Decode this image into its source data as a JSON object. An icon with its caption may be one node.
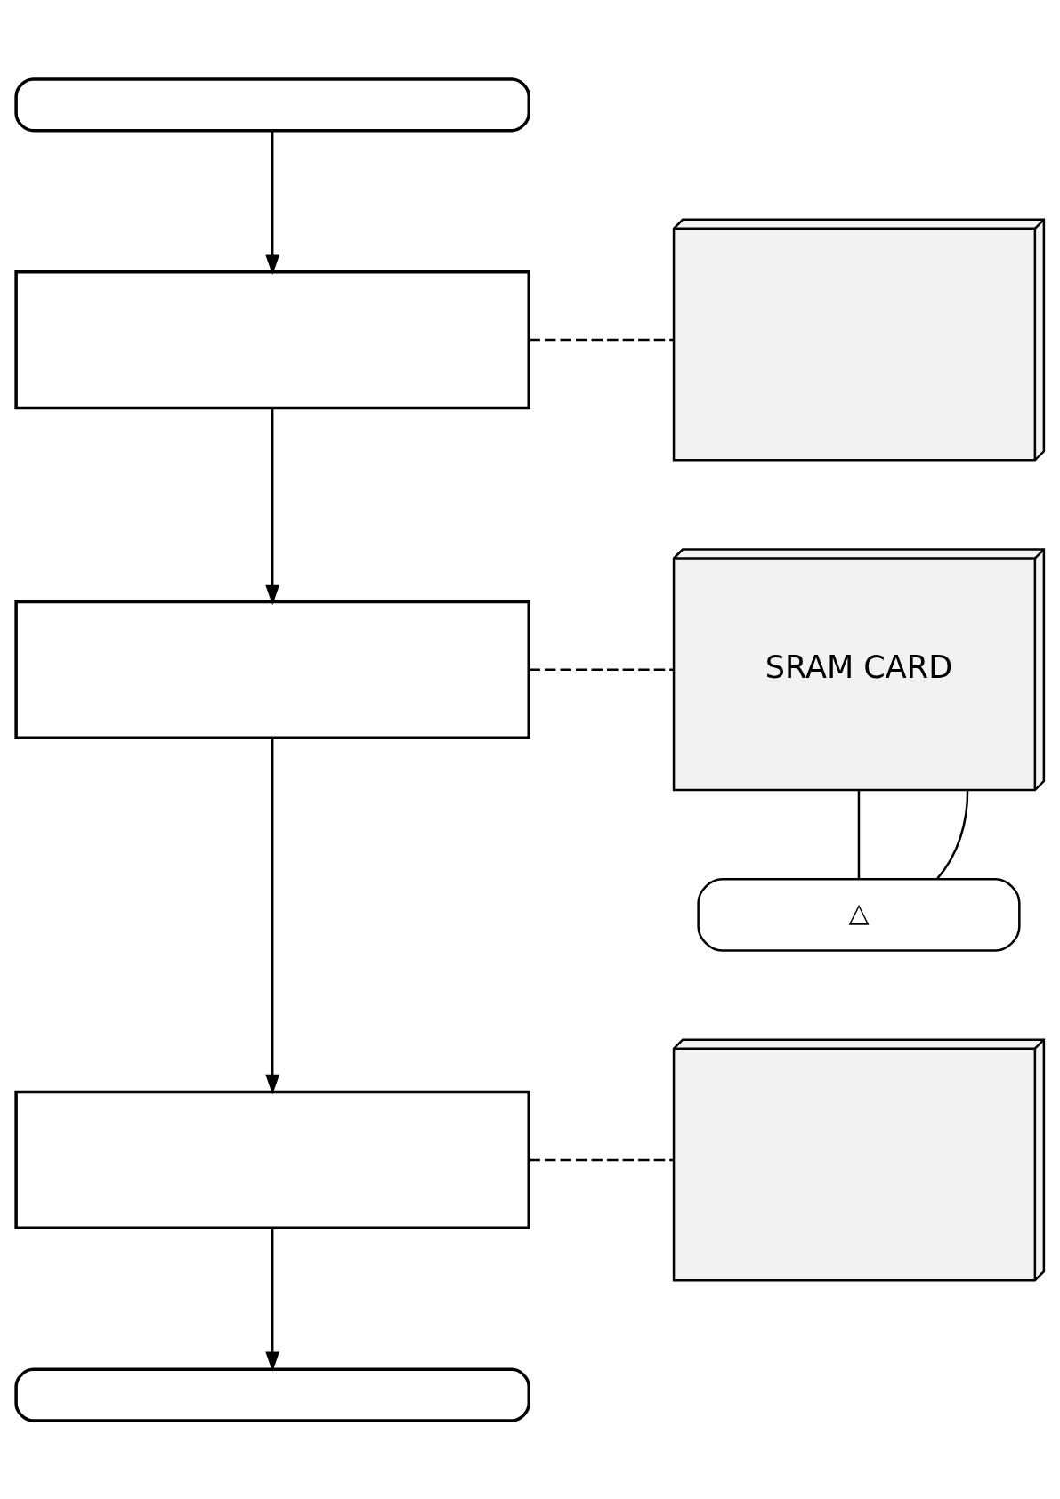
{
  "diagram": {
    "nodes": [
      {
        "text": [],
        "shape": "capsule"
      },
      {
        "text": [],
        "shape": "box"
      },
      {
        "text": [],
        "shape": "box"
      },
      {
        "text": [],
        "shape": "box"
      },
      {
        "text": [],
        "shape": "capsule"
      },
      {
        "text": [],
        "shape": "picture"
      },
      {
        "text": [
          "SRAM CARD"
        ]
      },
      {
        "text": [],
        "shape": "picture"
      },
      {
        "text": [
          "△"
        ]
      }
    ],
    "edges": [
      {
        "from": 0,
        "to": 1,
        "arrow": "to"
      },
      {
        "from": 1,
        "to": 2,
        "arrow": "to"
      },
      {
        "from": 2,
        "to": 3,
        "arrow": "to"
      },
      {
        "from": 3,
        "to": 4,
        "arrow": "to"
      },
      {
        "from": 1,
        "to": 5,
        "arrow": "none",
        "style": "dashed"
      },
      {
        "from": 2,
        "to": 6,
        "arrow": "none",
        "style": "dashed"
      },
      {
        "from": 3,
        "to": 7,
        "arrow": "none",
        "style": "dashed"
      },
      {
        "from": 8,
        "to": 6,
        "arrow": "none"
      },
      {
        "from": 8,
        "to": 6,
        "arrow": "none"
      }
    ]
  }
}
